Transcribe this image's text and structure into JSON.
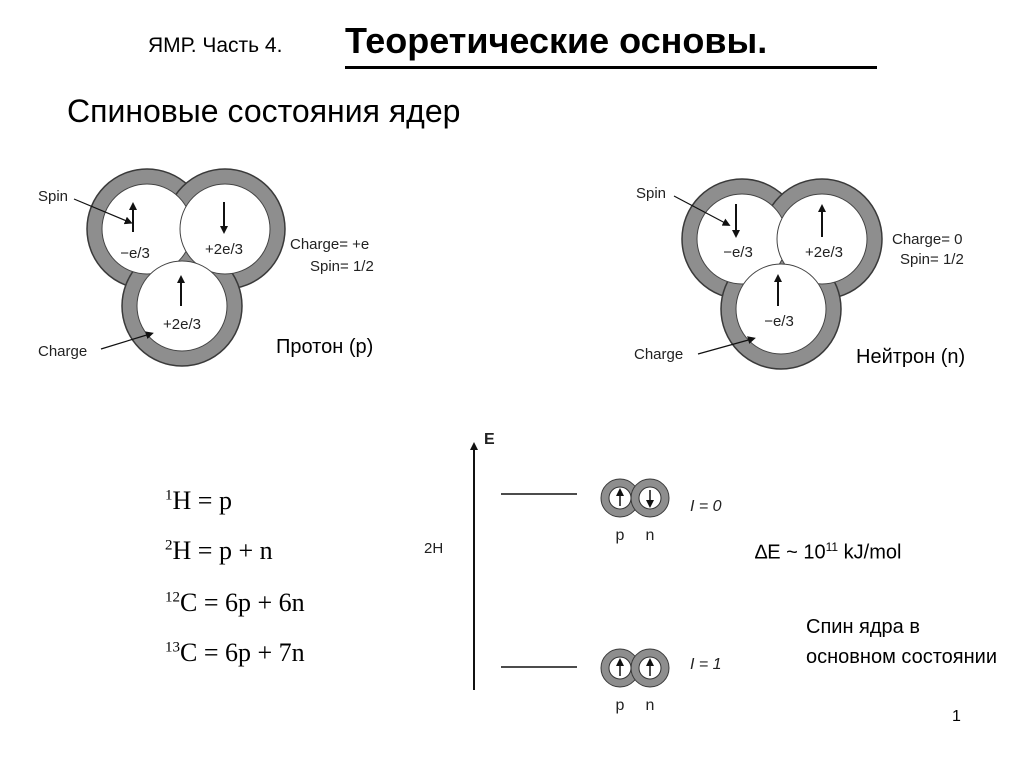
{
  "header": {
    "prefix": "ЯМР. Часть 4.",
    "title": "Теоретические основы.",
    "subtitle": "Спиновые состояния ядер"
  },
  "proton": {
    "caption": "Протон (p)",
    "spin_label": "Spin",
    "charge_label": "Charge",
    "charge_text": "Charge= +e",
    "spin_text": "Spin= 1/2",
    "quarks": [
      "−e/3",
      "+2e/3",
      "+2e/3"
    ]
  },
  "neutron": {
    "caption": "Нейтрон (n)",
    "spin_label": "Spin",
    "charge_label": "Charge",
    "charge_text": "Charge= 0",
    "spin_text": "Spin= 1/2",
    "quarks": [
      "−e/3",
      "+2e/3",
      "−e/3"
    ]
  },
  "equations": [
    {
      "sup": "1",
      "base": "H = p"
    },
    {
      "sup": "2",
      "base": "H = p + n"
    },
    {
      "sup": "12",
      "base": "C = 6p + 6n"
    },
    {
      "sup": "13",
      "base": "C = 6p + 7n"
    }
  ],
  "energy_diagram": {
    "axis_label": "E",
    "nucleus_label": "2H",
    "upper_level": {
      "label": "I = 0",
      "p": "p",
      "n": "n"
    },
    "lower_level": {
      "label": "I = 1",
      "p": "p",
      "n": "n"
    }
  },
  "delta_e": {
    "prefix": "∆E ~ 10",
    "exponent": "11",
    "unit": " kJ/mol"
  },
  "spin_note": "Спин ядра в основном состоянии",
  "page_number": "1",
  "colors": {
    "nucleon_fill": "#8e8e8e",
    "nucleon_stroke": "#3a3a3a"
  }
}
